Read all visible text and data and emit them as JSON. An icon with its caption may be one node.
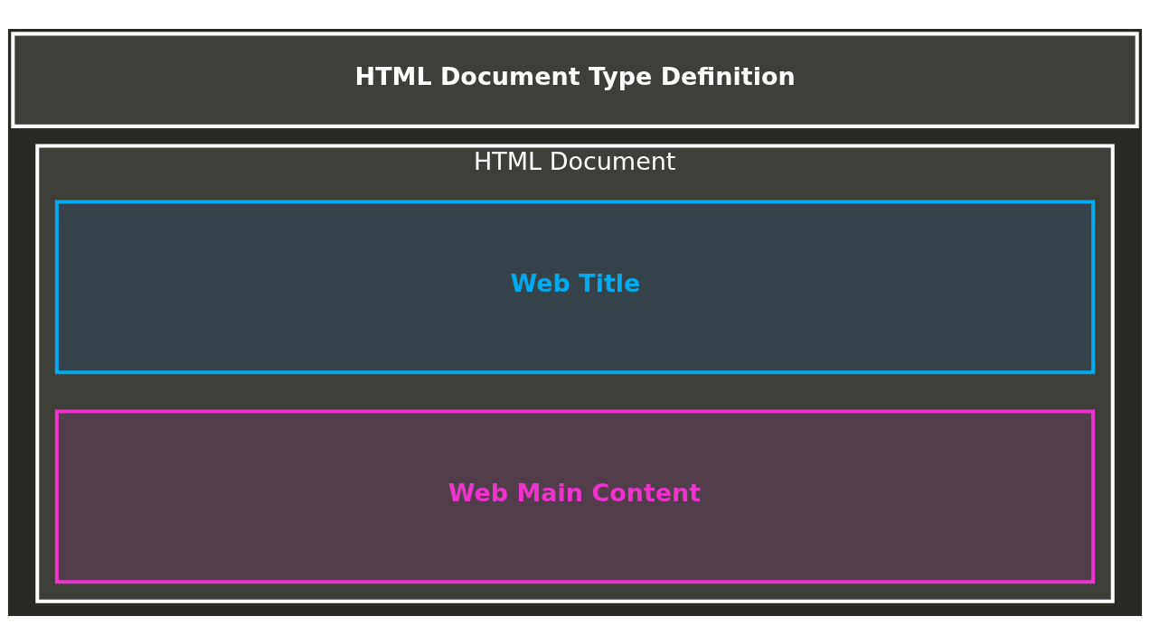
{
  "diagram": {
    "nodes": [
      {
        "text": [
          "HTML Document Type Definition"
        ]
      },
      {
        "text": [
          "HTML Document"
        ]
      },
      {
        "text": [
          "Web Title"
        ],
        "in": 1
      },
      {
        "text": [
          "Web Main Content"
        ],
        "in": 1
      }
    ]
  }
}
